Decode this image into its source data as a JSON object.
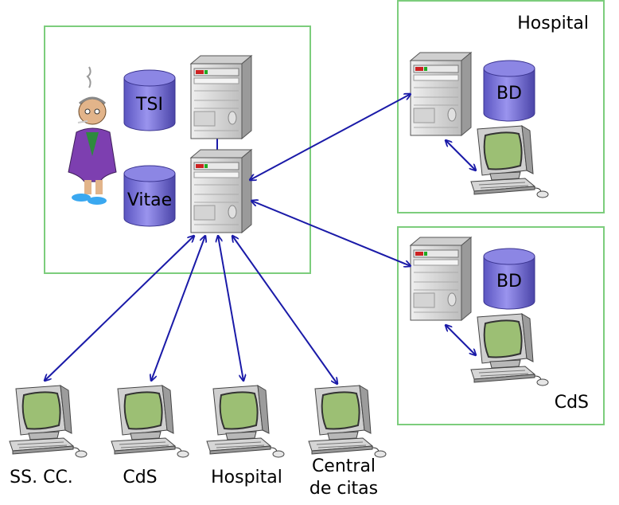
{
  "central_cluster": {
    "databases": [
      "TSI",
      "Vitae"
    ]
  },
  "sites": [
    {
      "title": "Hospital",
      "database": "BD"
    },
    {
      "title": "CdS",
      "database": "BD"
    }
  ],
  "clients": [
    {
      "lines": [
        "SS. CC."
      ]
    },
    {
      "lines": [
        "CdS"
      ]
    },
    {
      "lines": [
        "Hospital"
      ]
    },
    {
      "lines": [
        "Central",
        "de citas"
      ]
    }
  ],
  "colors": {
    "box_border": "#7ccd7c",
    "arrow": "#1a1aa8",
    "cylinder": "#7a74d6",
    "server": "#d8d8d8",
    "monitor_screen": "#9cbf74"
  },
  "icons": {
    "user": "patient-figure-icon",
    "server": "server-tower-icon",
    "database": "database-cylinder-icon",
    "client": "desktop-computer-icon"
  }
}
